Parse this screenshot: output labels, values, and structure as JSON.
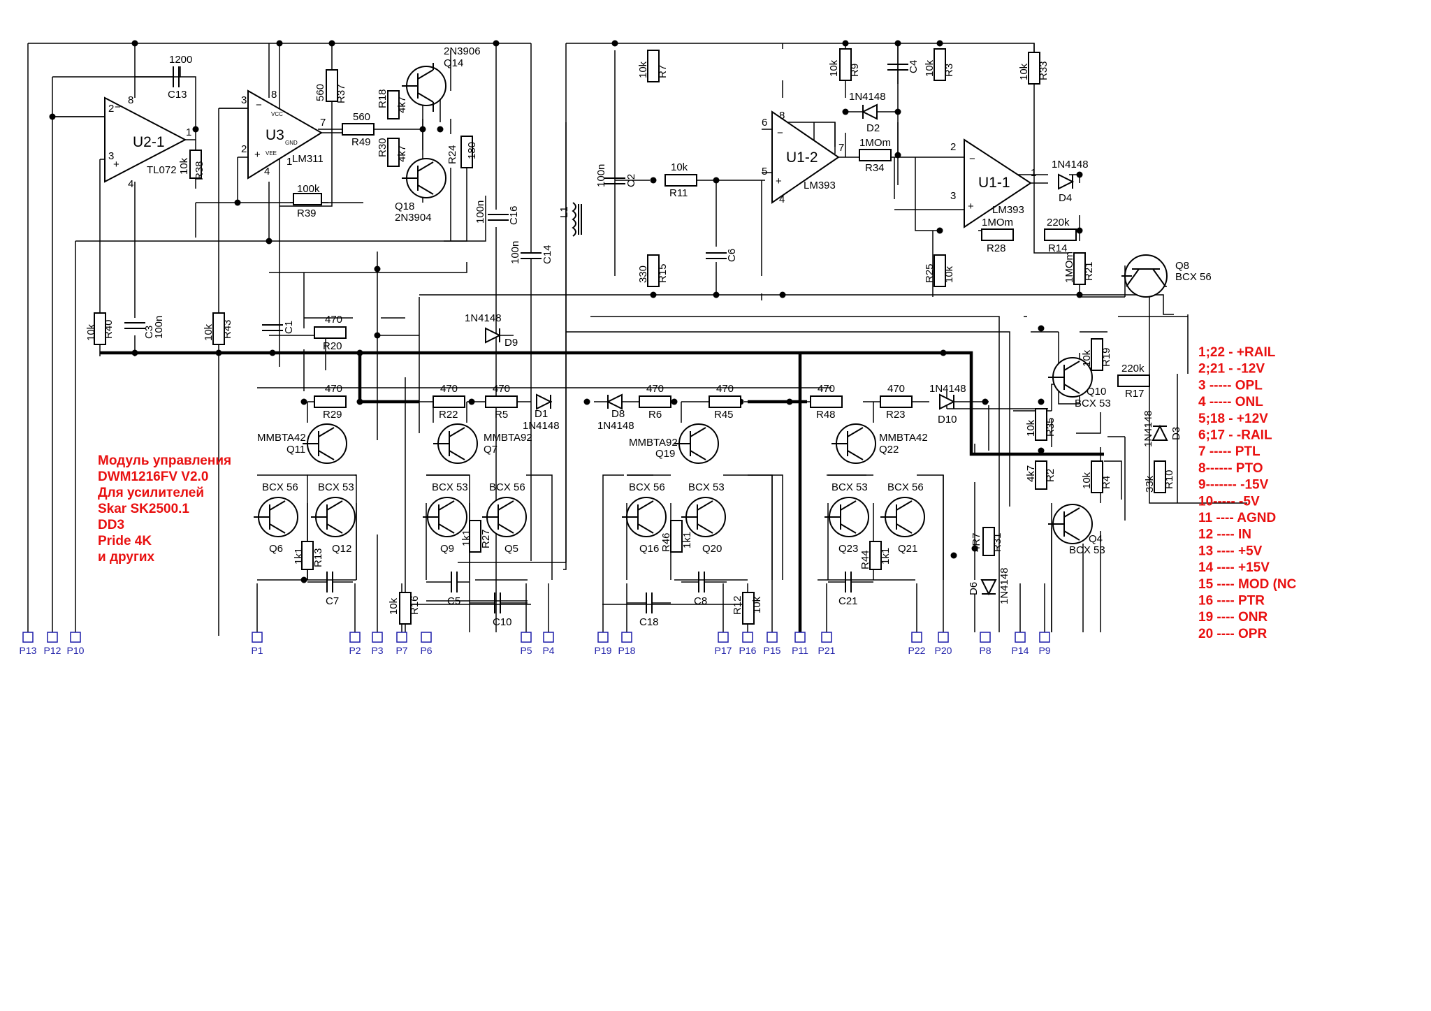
{
  "title_block": {
    "lines": [
      "Модуль управления",
      "DWM1216FV V2.0",
      "Для усилителей",
      "Skar SK2500.1",
      "DD3",
      "Pride 4K",
      "и других"
    ],
    "color": "#e81010"
  },
  "pin_legend": {
    "color": "#e81010",
    "lines": [
      "1;22 - +RAIL",
      "2;21 - -12V",
      "3 ----- OPL",
      "4 ----- ONL",
      "5;18 - +12V",
      "6;17 - -RAIL",
      "7 ----- PTL",
      "8------ PTO",
      "9------- -15V",
      "10----- -5V",
      "11 ---- AGND",
      "12 ---- IN",
      "13 ---- +5V",
      "14 ---- +15V",
      "15 ---- MOD (NC",
      "16 ---- PTR",
      "19 ---- ONR",
      "20 ---- OPR"
    ]
  },
  "ports": [
    "P13",
    "P12",
    "P10",
    "P1",
    "P2",
    "P3",
    "P7",
    "P6",
    "P5",
    "P4",
    "P19",
    "P18",
    "P17",
    "P16",
    "P15",
    "P11",
    "P21",
    "P22",
    "P20",
    "P8",
    "P14",
    "P9"
  ],
  "port_color": "#1c1ca8",
  "ics": [
    {
      "ref": "U2-1",
      "part": "TL072",
      "pins": [
        "2",
        "3",
        "8",
        "1",
        "4"
      ]
    },
    {
      "ref": "U3",
      "part": "LM311",
      "pins": [
        "3",
        "2",
        "8",
        "7",
        "4",
        "1"
      ],
      "small": [
        "VCC",
        "VEE",
        "GND"
      ]
    },
    {
      "ref": "U1-2",
      "part": "LM393",
      "pins": [
        "6",
        "5",
        "8",
        "7",
        "4"
      ]
    },
    {
      "ref": "U1-1",
      "part": "LM393",
      "pins": [
        "2",
        "3",
        "1"
      ]
    }
  ],
  "transistors": [
    {
      "ref": "Q14",
      "part": "2N3906"
    },
    {
      "ref": "Q18",
      "part": "2N3904"
    },
    {
      "ref": "Q11",
      "part": "MMBTA42"
    },
    {
      "ref": "Q7",
      "part": "MMBTA92"
    },
    {
      "ref": "Q19",
      "part": "MMBTA92"
    },
    {
      "ref": "Q22",
      "part": "MMBTA42"
    },
    {
      "ref": "Q6",
      "part": "BCX 56"
    },
    {
      "ref": "Q12",
      "part": "BCX 53"
    },
    {
      "ref": "Q9",
      "part": "BCX 53"
    },
    {
      "ref": "Q5",
      "part": "BCX 56"
    },
    {
      "ref": "Q16",
      "part": "BCX 56"
    },
    {
      "ref": "Q20",
      "part": "BCX 53"
    },
    {
      "ref": "Q23",
      "part": "BCX 53"
    },
    {
      "ref": "Q21",
      "part": "BCX 56"
    },
    {
      "ref": "Q8",
      "part": "BCX 56"
    },
    {
      "ref": "Q10",
      "part": "BCX 53"
    },
    {
      "ref": "Q4",
      "part": "BCX 53"
    }
  ],
  "resistors": [
    {
      "ref": "R38",
      "value": "10k"
    },
    {
      "ref": "R39",
      "value": "100k"
    },
    {
      "ref": "R37",
      "value": "560"
    },
    {
      "ref": "R49",
      "value": "560"
    },
    {
      "ref": "R18",
      "value": "4k7"
    },
    {
      "ref": "R30",
      "value": "4k7"
    },
    {
      "ref": "R24",
      "value": "180"
    },
    {
      "ref": "R40",
      "value": "10k"
    },
    {
      "ref": "R43",
      "value": "10k"
    },
    {
      "ref": "R20",
      "value": "470"
    },
    {
      "ref": "R29",
      "value": "470"
    },
    {
      "ref": "R22",
      "value": "470"
    },
    {
      "ref": "R5",
      "value": "470"
    },
    {
      "ref": "R6",
      "value": "470"
    },
    {
      "ref": "R45",
      "value": "470"
    },
    {
      "ref": "R48",
      "value": "470"
    },
    {
      "ref": "R23",
      "value": "470"
    },
    {
      "ref": "R13",
      "value": "1k1"
    },
    {
      "ref": "R27",
      "value": "1k1"
    },
    {
      "ref": "R46",
      "value": "1k1"
    },
    {
      "ref": "R44",
      "value": "1k1"
    },
    {
      "ref": "R16",
      "value": "10k"
    },
    {
      "ref": "R12",
      "value": "10k"
    },
    {
      "ref": "R7",
      "value": "10k"
    },
    {
      "ref": "R11",
      "value": "10k"
    },
    {
      "ref": "R15",
      "value": "330"
    },
    {
      "ref": "R9",
      "value": "10k"
    },
    {
      "ref": "R34",
      "value": "1MOm"
    },
    {
      "ref": "R3",
      "value": "10k"
    },
    {
      "ref": "R33",
      "value": "10k"
    },
    {
      "ref": "R25",
      "value": "10k"
    },
    {
      "ref": "R28",
      "value": "1MOm"
    },
    {
      "ref": "R14",
      "value": "220k"
    },
    {
      "ref": "R21",
      "value": "1MOm"
    },
    {
      "ref": "R19",
      "value": "10k"
    },
    {
      "ref": "R17",
      "value": "220k"
    },
    {
      "ref": "R35",
      "value": "10k"
    },
    {
      "ref": "R2",
      "value": "4k7"
    },
    {
      "ref": "R4",
      "value": "10k"
    },
    {
      "ref": "R10",
      "value": "33k"
    },
    {
      "ref": "R31",
      "value": "4R7"
    }
  ],
  "capacitors": [
    {
      "ref": "C13",
      "value": "1200"
    },
    {
      "ref": "C16",
      "value": "100n"
    },
    {
      "ref": "C14",
      "value": "100n"
    },
    {
      "ref": "C3",
      "value": "100n"
    },
    {
      "ref": "C1",
      "value": ""
    },
    {
      "ref": "C2",
      "value": "100n"
    },
    {
      "ref": "C6",
      "value": ""
    },
    {
      "ref": "C4",
      "value": ""
    },
    {
      "ref": "C7",
      "value": ""
    },
    {
      "ref": "C5",
      "value": ""
    },
    {
      "ref": "C10",
      "value": ""
    },
    {
      "ref": "C18",
      "value": ""
    },
    {
      "ref": "C8",
      "value": ""
    },
    {
      "ref": "C21",
      "value": ""
    }
  ],
  "diodes": [
    {
      "ref": "D9",
      "part": "1N4148"
    },
    {
      "ref": "D1",
      "part": "1N4148"
    },
    {
      "ref": "D8",
      "part": "1N4148"
    },
    {
      "ref": "D10",
      "part": "1N4148"
    },
    {
      "ref": "D2",
      "part": "1N4148"
    },
    {
      "ref": "D4",
      "part": "1N4148"
    },
    {
      "ref": "D3",
      "part": "1N4148"
    },
    {
      "ref": "D6",
      "part": "1N4148"
    }
  ],
  "inductors": [
    {
      "ref": "L1",
      "value": ""
    }
  ]
}
